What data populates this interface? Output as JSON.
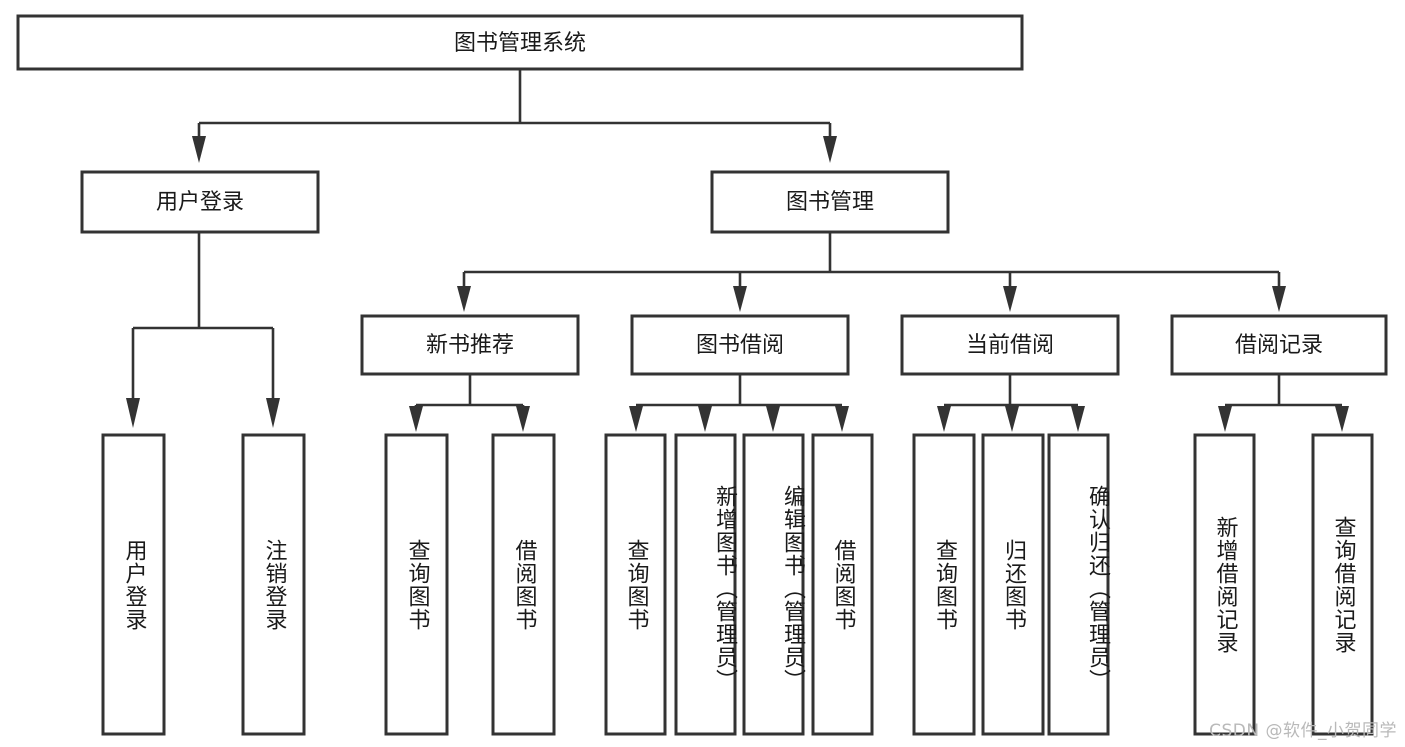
{
  "diagram": {
    "type": "tree-hierarchy-chart",
    "title": "图书管理系统",
    "watermark": "CSDN @软件_小贺同学",
    "colors": {
      "stroke": "#333333",
      "fill": "#ffffff",
      "text": "#1a1a1a",
      "watermark": "#b9b9b9"
    },
    "levels": {
      "root": {
        "label": "图书管理系统"
      },
      "level2": [
        {
          "id": "user-login",
          "label": "用户登录"
        },
        {
          "id": "book-management",
          "label": "图书管理"
        }
      ],
      "level3": [
        {
          "id": "new-book-recommend",
          "label": "新书推荐"
        },
        {
          "id": "book-borrow",
          "label": "图书借阅"
        },
        {
          "id": "current-borrow",
          "label": "当前借阅"
        },
        {
          "id": "borrow-record",
          "label": "借阅记录"
        }
      ],
      "leaves": [
        {
          "id": "leaf-user-login",
          "label": "用户登录",
          "parent": "user-login"
        },
        {
          "id": "leaf-logout-login",
          "label": "注销登录",
          "parent": "user-login"
        },
        {
          "id": "leaf-query-book-1",
          "label": "查询图书",
          "parent": "new-book-recommend"
        },
        {
          "id": "leaf-borrow-book-1",
          "label": "借阅图书",
          "parent": "new-book-recommend"
        },
        {
          "id": "leaf-query-book-2",
          "label": "查询图书",
          "parent": "book-borrow"
        },
        {
          "id": "leaf-add-book",
          "label": "新增图书（管理员）",
          "parent": "book-borrow"
        },
        {
          "id": "leaf-edit-book",
          "label": "编辑图书（管理员）",
          "parent": "book-borrow"
        },
        {
          "id": "leaf-borrow-book-2",
          "label": "借阅图书",
          "parent": "book-borrow"
        },
        {
          "id": "leaf-query-book-3",
          "label": "查询图书",
          "parent": "current-borrow"
        },
        {
          "id": "leaf-return-book",
          "label": "归还图书",
          "parent": "current-borrow"
        },
        {
          "id": "leaf-confirm-return",
          "label": "确认归还（管理员）",
          "parent": "current-borrow"
        },
        {
          "id": "leaf-add-record",
          "label": "新增借阅记录",
          "parent": "borrow-record"
        },
        {
          "id": "leaf-query-record",
          "label": "查询借阅记录",
          "parent": "borrow-record"
        }
      ]
    }
  }
}
